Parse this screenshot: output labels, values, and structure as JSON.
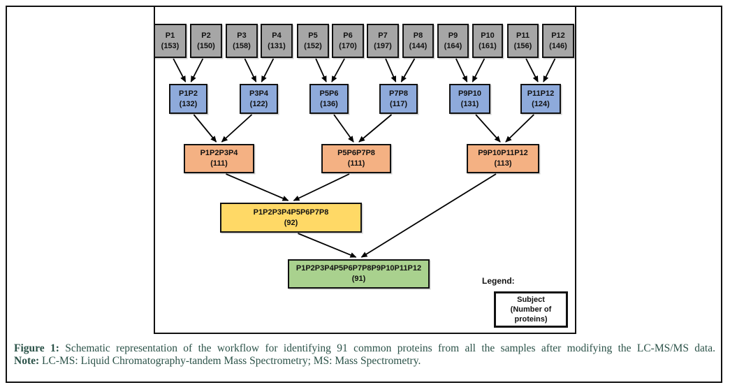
{
  "colors": {
    "gray": "#A6A6A6",
    "blue": "#8EAADB",
    "orange": "#F4B183",
    "yellow": "#FFD966",
    "green": "#A9D18E",
    "box_border": "#111111",
    "arrow": "#000000",
    "caption_text": "#2b5248"
  },
  "diagram": {
    "tiers": [
      {
        "name": "samples",
        "color": "gray",
        "nodes": [
          {
            "label": "P1",
            "count": "(153)"
          },
          {
            "label": "P2",
            "count": "(150)"
          },
          {
            "label": "P3",
            "count": "(158)"
          },
          {
            "label": "P4",
            "count": "(131)"
          },
          {
            "label": "P5",
            "count": "(152)"
          },
          {
            "label": "P6",
            "count": "(170)"
          },
          {
            "label": "P7",
            "count": "(197)"
          },
          {
            "label": "P8",
            "count": "(144)"
          },
          {
            "label": "P9",
            "count": "(164)"
          },
          {
            "label": "P10",
            "count": "(161)"
          },
          {
            "label": "P11",
            "count": "(156)"
          },
          {
            "label": "P12",
            "count": "(146)"
          }
        ]
      },
      {
        "name": "pairs",
        "color": "blue",
        "nodes": [
          {
            "label": "P1P2",
            "count": "(132)"
          },
          {
            "label": "P3P4",
            "count": "(122)"
          },
          {
            "label": "P5P6",
            "count": "(136)"
          },
          {
            "label": "P7P8",
            "count": "(117)"
          },
          {
            "label": "P9P10",
            "count": "(131)"
          },
          {
            "label": "P11P12",
            "count": "(124)"
          }
        ]
      },
      {
        "name": "quads",
        "color": "orange",
        "nodes": [
          {
            "label": "P1P2P3P4",
            "count": "(111)"
          },
          {
            "label": "P5P6P7P8",
            "count": "(111)"
          },
          {
            "label": "P9P10P11P12",
            "count": "(113)"
          }
        ]
      },
      {
        "name": "octet",
        "color": "yellow",
        "nodes": [
          {
            "label": "P1P2P3P4P5P6P7P8",
            "count": "(92)"
          }
        ]
      },
      {
        "name": "final",
        "color": "green",
        "nodes": [
          {
            "label": "P1P2P3P4P5P6P7P8P9P10P11P12",
            "count": "(91)"
          }
        ]
      }
    ],
    "legend": {
      "label": "Legend:",
      "box_lines": [
        "Subject",
        "(Number of",
        "proteins)"
      ]
    }
  },
  "caption": {
    "figure_label": "Figure 1:",
    "figure_text": "Schematic representation of the workflow for identifying 91 common proteins from all the samples after modifying the LC-MS/MS data.",
    "note_label": "Note:",
    "note_text": "LC-MS: Liquid Chromatography-tandem Mass Spectrometry; MS: Mass Spectrometry."
  }
}
